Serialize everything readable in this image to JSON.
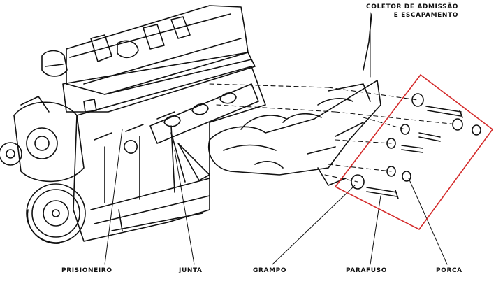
{
  "labels": {
    "coletor_line1": "COLETOR DE ADMISSÃO",
    "coletor_line2": "E ESCAPAMENTO",
    "prisioneiro": "PRISIONEIRO",
    "junta": "JUNTA",
    "grampo": "GRAMPO",
    "parafuso": "PARAFUSO",
    "porca": "PORCA"
  },
  "colors": {
    "highlight_box": "#d42a2a",
    "ink": "#111111",
    "background": "#ffffff"
  }
}
